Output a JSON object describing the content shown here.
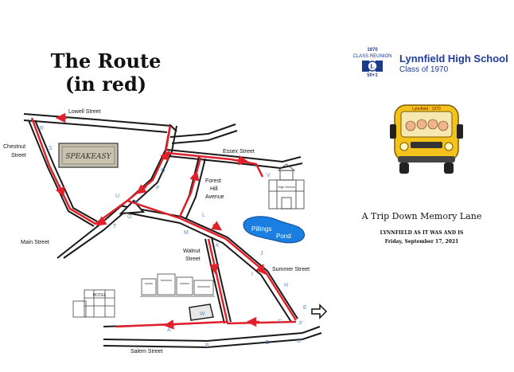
{
  "title": {
    "line1": "The  Route",
    "line2": "(in red)"
  },
  "header": {
    "school": "Lynnfield High School",
    "class_year": "Class of 1970",
    "logo": {
      "year": "1970",
      "reunion": "CLASS REUNION",
      "monogram": "L",
      "fifty": "50+1"
    }
  },
  "bus": {
    "sign": "Lynnfield · 1970"
  },
  "event": {
    "title": "A Trip Down Memory Lane",
    "subtitle": "LYNNFIELD AS IT WAS AND IS",
    "date": "Friday, September 17, 2021"
  },
  "map": {
    "streets": [
      "Lowell Street",
      "Chestnut",
      "Street",
      "Essex Street",
      "Forest",
      "Hill",
      "Avenue",
      "Main Street",
      "Pillings",
      "Pond",
      "Walnut",
      "Street",
      "Summer Street",
      "Salem Street"
    ],
    "speakeasy_sign": "SPEAKEASY",
    "hotel_sign": "HOTEL",
    "school_sign": "High School",
    "waypoints": [
      "A",
      "B",
      "C",
      "D",
      "E",
      "F",
      "G",
      "H",
      "I",
      "J",
      "K",
      "L",
      "M",
      "N",
      "O",
      "P",
      "Q",
      "R",
      "S",
      "T",
      "U",
      "V",
      "W"
    ]
  },
  "colors": {
    "route": "#e0202a",
    "road": "#1a1a1a",
    "pond": "#1a7fe0",
    "title_blue": "#1f3c98",
    "waypoint": "#5a8fd0"
  }
}
